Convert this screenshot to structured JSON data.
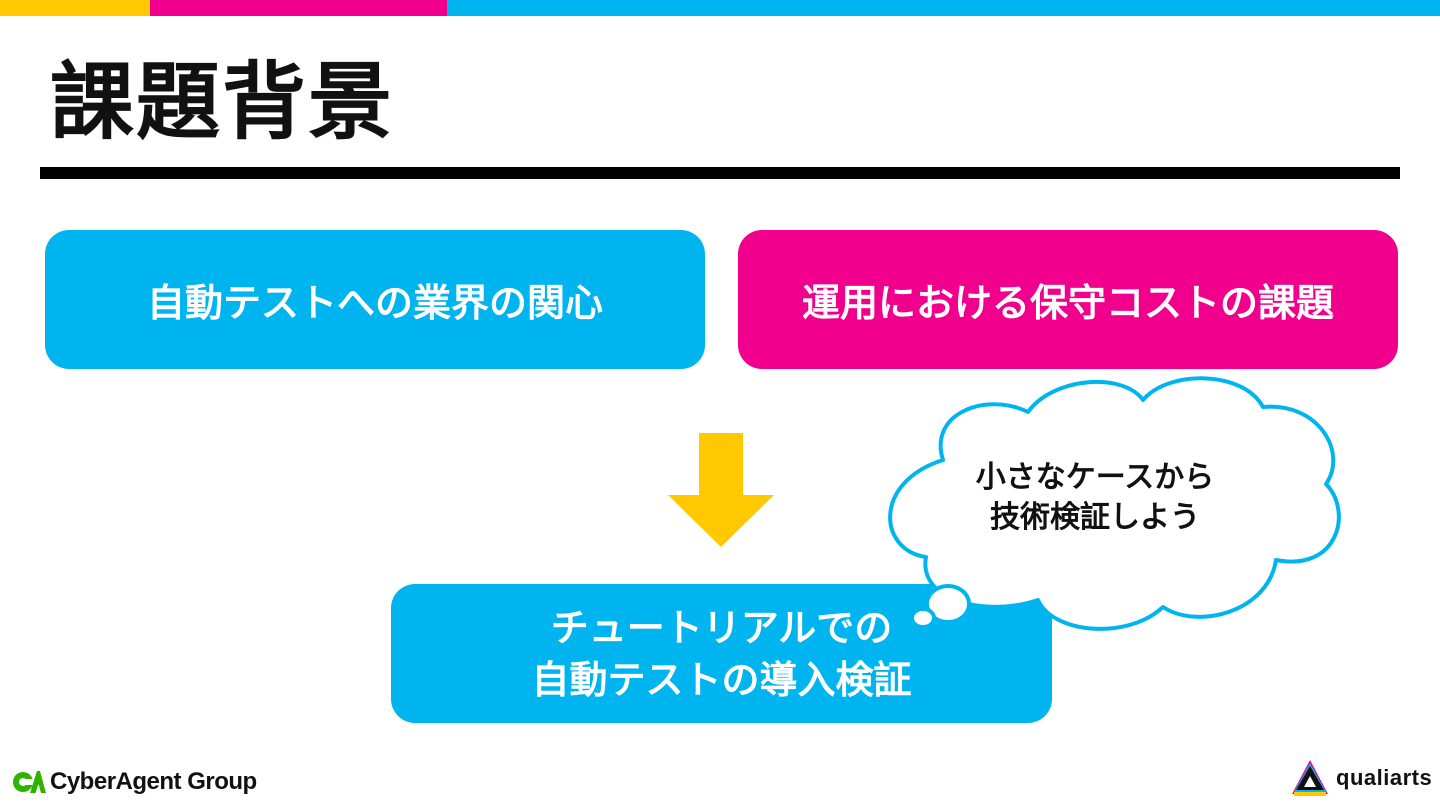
{
  "colors": {
    "cyan": "#00b4f0",
    "magenta": "#f0008c",
    "yellow": "#ffc800",
    "black": "#000000",
    "green": "#2db400"
  },
  "slide": {
    "title": "課題背景"
  },
  "boxes": {
    "left_label": "自動テストへの業界の関心",
    "right_label": "運用における保守コストの課題",
    "bottom_line1": "チュートリアルでの",
    "bottom_line2": "自動テストの導入検証"
  },
  "thought": {
    "line1": "小さなケースから",
    "line2": "技術検証しよう"
  },
  "footer": {
    "left_logo_text": "CyberAgent Group",
    "right_logo_text": "qualiarts"
  },
  "icons": {
    "arrow": "down-arrow-icon",
    "cloud": "thought-bubble-icon",
    "left_logo": "cyberagent-logo-icon",
    "right_logo": "qualiarts-logo-icon"
  }
}
